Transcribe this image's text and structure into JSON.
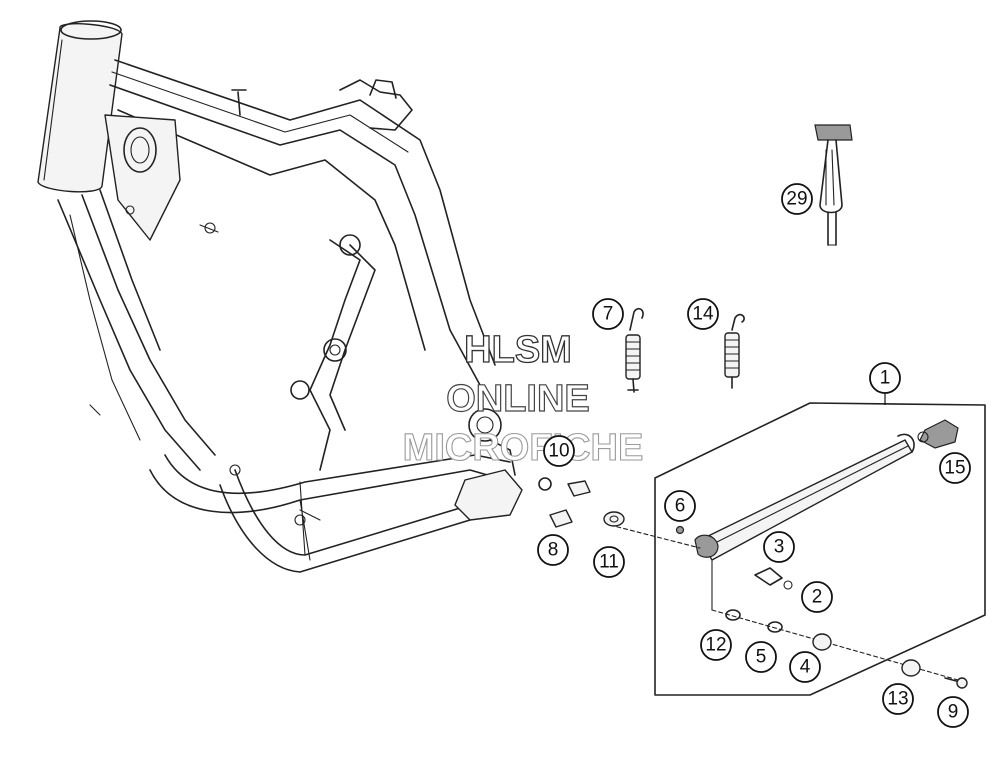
{
  "watermark": {
    "line1": "HLSM",
    "line2": "ONLINE",
    "line3": "MICROFICHE"
  },
  "callouts": [
    {
      "key": "c1",
      "label": "1"
    },
    {
      "key": "c2",
      "label": "2"
    },
    {
      "key": "c3",
      "label": "3"
    },
    {
      "key": "c4",
      "label": "4"
    },
    {
      "key": "c5",
      "label": "5"
    },
    {
      "key": "c6",
      "label": "6"
    },
    {
      "key": "c7",
      "label": "7"
    },
    {
      "key": "c8",
      "label": "8"
    },
    {
      "key": "c9",
      "label": "9"
    },
    {
      "key": "c10",
      "label": "10"
    },
    {
      "key": "c11",
      "label": "11"
    },
    {
      "key": "c12",
      "label": "12"
    },
    {
      "key": "c13",
      "label": "13"
    },
    {
      "key": "c14",
      "label": "14"
    },
    {
      "key": "c15",
      "label": "15"
    },
    {
      "key": "c29",
      "label": "29"
    }
  ]
}
